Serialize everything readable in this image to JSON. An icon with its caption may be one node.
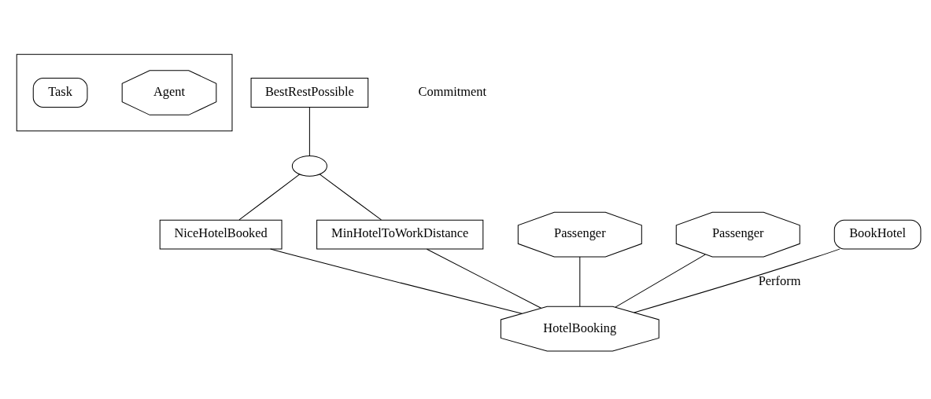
{
  "diagram": {
    "nodes": [
      {
        "text": [],
        "shape": "box"
      },
      {
        "text": [
          "Agent"
        ],
        "in": 0
      },
      {
        "text": [
          "Task"
        ],
        "in": 0
      },
      {
        "text": [
          "BestRestPossible"
        ]
      },
      {
        "text": [],
        "shape": "ellipse"
      },
      {
        "text": [
          "NiceHotelBooked"
        ]
      },
      {
        "text": [
          "MinHotelToWorkDistance"
        ]
      },
      {
        "text": [
          "Passenger"
        ]
      },
      {
        "text": [
          "Passenger"
        ]
      },
      {
        "text": [
          "BookHotel"
        ]
      },
      {
        "text": [
          "HotelBooking"
        ]
      }
    ],
    "edges": [
      {
        "from": 3,
        "to": 4,
        "arrow": "none"
      },
      {
        "from": 4,
        "to": 5,
        "arrow": "none"
      },
      {
        "from": 4,
        "to": 6,
        "arrow": "none"
      },
      {
        "from": 5,
        "to": 10,
        "arrow": "none"
      },
      {
        "from": 6,
        "to": 10,
        "arrow": "none"
      },
      {
        "from": 7,
        "to": 10,
        "arrow": "none"
      },
      {
        "from": 8,
        "to": 10,
        "arrow": "none"
      },
      {
        "from": 9,
        "to": 10,
        "arrow": "none",
        "label": "Perform"
      }
    ],
    "labels": [
      "Commitment"
    ]
  }
}
